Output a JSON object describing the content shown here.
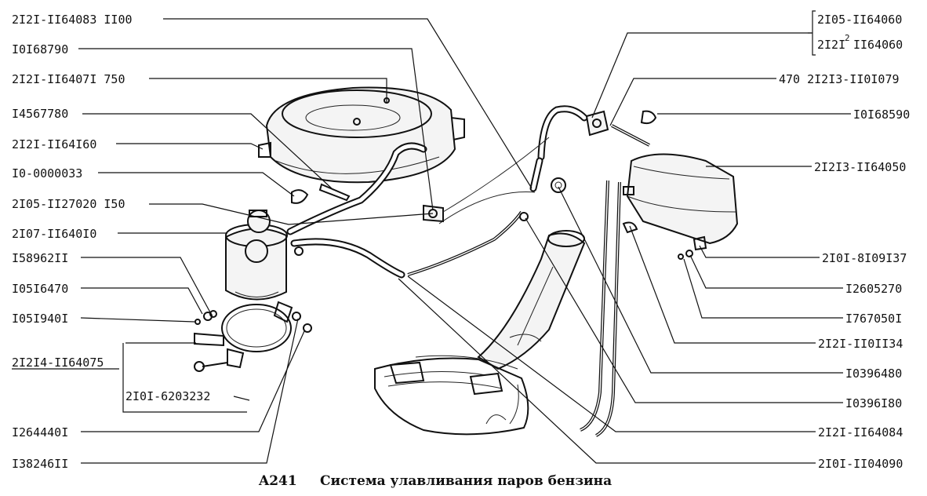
{
  "labels_left": [
    "2I2I-II64083 II00",
    "I0I68790",
    "2I2I-II6407I 750",
    "I4567780",
    "2I2I-II64I60",
    "I0-0000033",
    "2I05-II27020 I50",
    "2I07-II640I0",
    "I58962II",
    "I05I6470",
    "I05I940I",
    "2I2I4-II64075",
    "2I0I-6203232",
    "I264440I",
    "I38246II"
  ],
  "labels_right": [
    "2I05-II64060",
    "2I2I",
    "II64060",
    "470 2I2I3-II0I079",
    "I0I68590",
    "2I2I3-II64050",
    "2I0I-8I09I37",
    "I2605270",
    "I767050I",
    "2I2I-II0II34",
    "I0396480",
    "I0396I80",
    "2I2I-II64084",
    "2I0I-II04090"
  ],
  "caption": {
    "code": "A241",
    "title": "Система улавливания паров бензина"
  }
}
